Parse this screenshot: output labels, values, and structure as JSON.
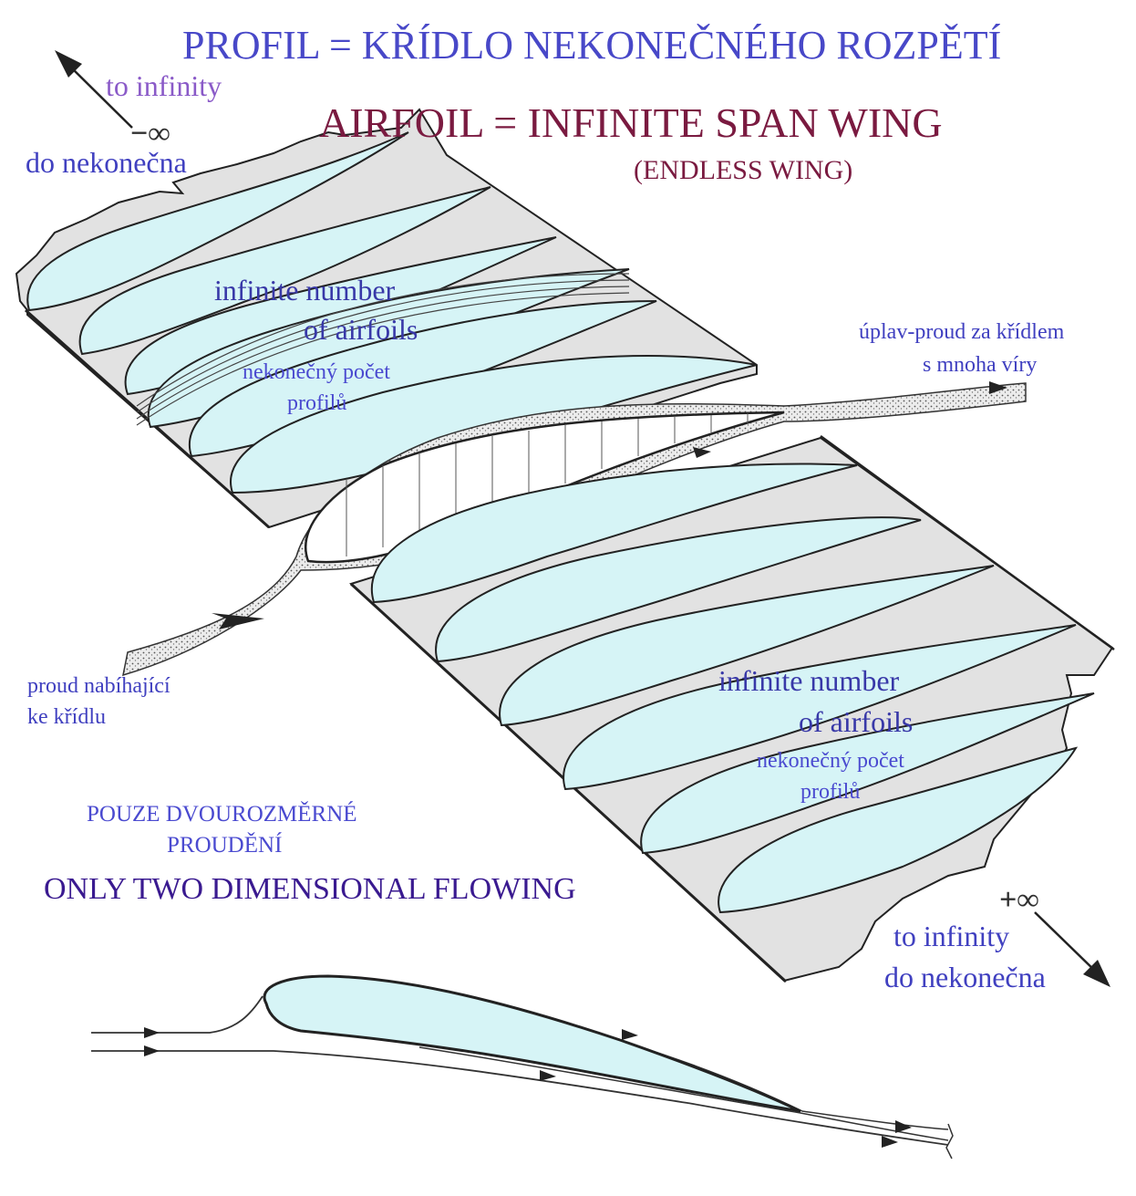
{
  "title_cz": "PROFIL = KŘÍDLO NEKONEČNÉHO ROZPĚTÍ",
  "title_en": "AIRFOIL = INFINITE SPAN WING",
  "title_en_sub": "(ENDLESS  WING)",
  "top_left": {
    "to_infinity": "to infinity",
    "symbol": "−∞",
    "do_nekonecna": "do nekonečna"
  },
  "upper_wing": {
    "infinite_line1": "infinite number",
    "infinite_line2": "of airfoils",
    "cz_line1": "nekonečný počet",
    "cz_line2": "profilů"
  },
  "wake": {
    "line1": "úplav-proud za křídlem",
    "line2": "s mnoha víry"
  },
  "inflow": {
    "line1": "proud nabíhající",
    "line2": "ke křídlu"
  },
  "lower_wing": {
    "infinite_line1": "infinite number",
    "infinite_line2": "of airfoils",
    "cz_line1": "nekonečný počet",
    "cz_line2": "profilů"
  },
  "two_dimensional": {
    "cz_line1": "POUZE  DVOUROZMĚRNÉ",
    "cz_line2": "PROUDĚNÍ",
    "en": "ONLY TWO DIMENSIONAL  FLOWING"
  },
  "bottom_right": {
    "symbol": "+∞",
    "to_infinity": "to infinity",
    "do_nekonecna": "do nekonečna"
  },
  "colors": {
    "airfoil_fill": "#d6f4f6",
    "wing_surface": "#e2e2e2",
    "outline": "#222222",
    "title_cz": "#4848c8",
    "title_en": "#7a1a40"
  }
}
